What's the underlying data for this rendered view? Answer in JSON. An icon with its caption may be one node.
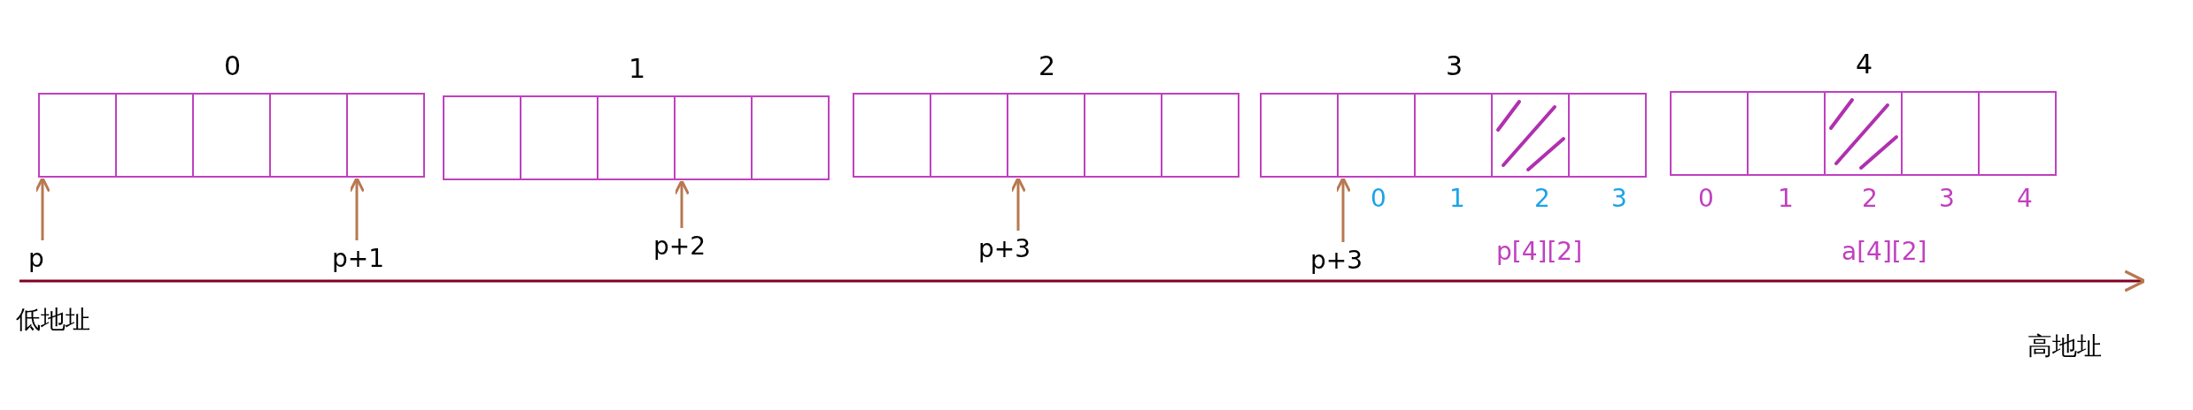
{
  "diagram": {
    "nodes": [
      {
        "text": [
          "0"
        ]
      },
      {
        "text": [
          "1"
        ]
      },
      {
        "text": [
          "2"
        ]
      },
      {
        "text": [
          "3"
        ]
      },
      {
        "text": [
          "4"
        ]
      },
      {
        "text": [
          "p"
        ]
      },
      {
        "text": [
          "p+1"
        ]
      },
      {
        "text": [
          "p+2"
        ]
      },
      {
        "text": [
          "p+3"
        ]
      },
      {
        "text": [
          "p+3"
        ]
      }
    ],
    "edges": [
      {
        "from": 5,
        "to": 0,
        "arrow": "to"
      },
      {
        "from": 6,
        "to": 0,
        "arrow": "to"
      },
      {
        "from": 7,
        "to": 1,
        "arrow": "to"
      },
      {
        "from": 8,
        "to": 2,
        "arrow": "to"
      },
      {
        "from": 9,
        "to": 3,
        "arrow": "to"
      }
    ],
    "labels": [
      "0",
      "1",
      "2",
      "3",
      "0",
      "1",
      "2",
      "3",
      "4",
      "p[4][2]",
      "a[4][2]",
      "低地址",
      "高地址"
    ]
  }
}
